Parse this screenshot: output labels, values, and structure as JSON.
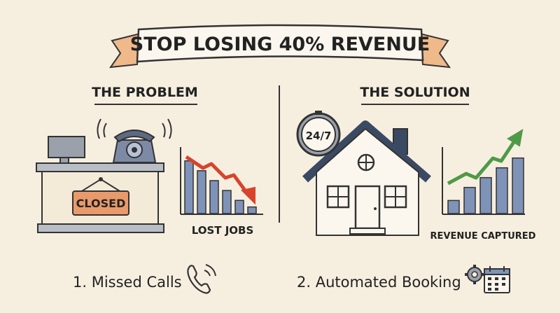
{
  "banner": {
    "title": "STOP LOSING 40% REVENUE"
  },
  "problem": {
    "heading": "THE PROBLEM",
    "sign_text": "CLOSED",
    "chart_label": "LOST JOBS",
    "caption": "1. Missed Calls",
    "icon": "phone-icon"
  },
  "solution": {
    "heading": "THE SOLUTION",
    "clock_text": "24/7",
    "chart_label": "REVENUE CAPTURED",
    "caption": "2. Automated Booking",
    "icon": "gear-calendar-icon"
  },
  "colors": {
    "background": "#f6efe0",
    "ink": "#222222",
    "bar_blue": "#7f93b8",
    "arrow_red": "#d9432b",
    "arrow_green": "#4f9a47",
    "sign_orange": "#e99a6a",
    "house_roof": "#3b4a63"
  },
  "chart_data": [
    {
      "type": "bar",
      "name": "lost-jobs",
      "categories": [
        "",
        "",
        "",
        "",
        "",
        ""
      ],
      "values": [
        8,
        6.5,
        5,
        3.5,
        2,
        1
      ],
      "trend": "down"
    },
    {
      "type": "bar",
      "name": "revenue-captured",
      "categories": [
        "",
        "",
        "",
        "",
        ""
      ],
      "values": [
        2,
        4,
        5.5,
        7,
        8.5
      ],
      "trend": "up"
    }
  ]
}
